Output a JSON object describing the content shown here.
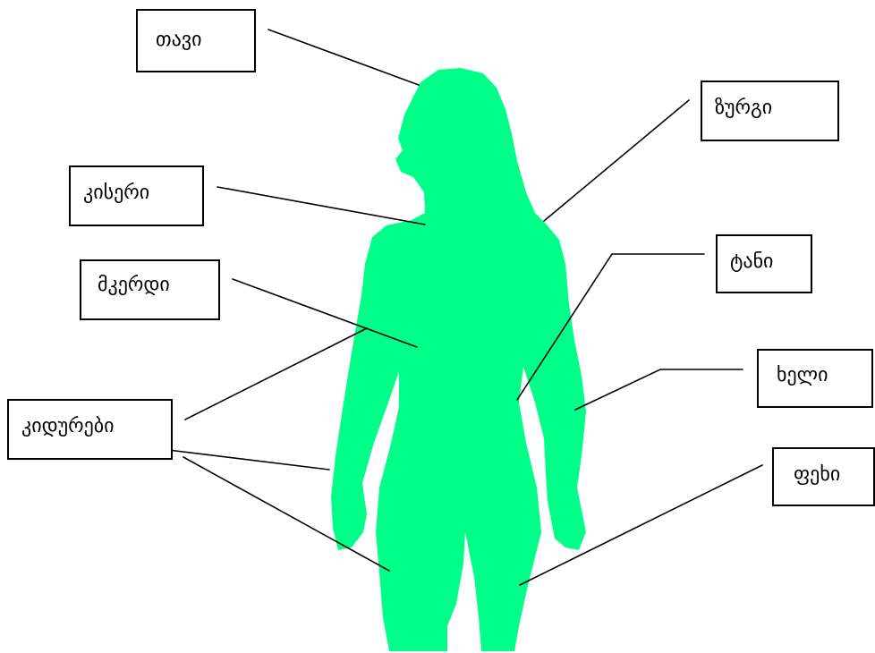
{
  "diagram": {
    "background": "#ffffff",
    "silhouette_color": "#00ff88",
    "line_color": "#000000",
    "labels": {
      "head": "თავი",
      "back": "ზურგი",
      "neck": "კისერი",
      "torso": "ტანი",
      "chest": "მკერდი",
      "arm": "ხელი",
      "limbs": "კიდურები",
      "leg": "ფეხი"
    }
  }
}
